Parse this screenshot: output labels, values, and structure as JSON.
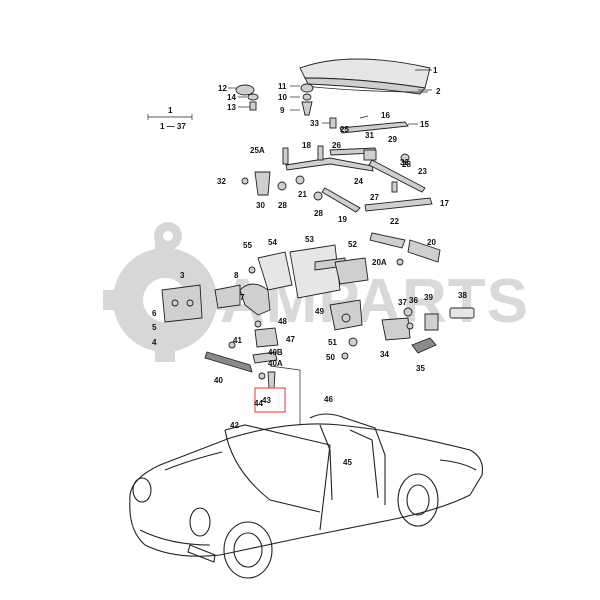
{
  "legend": {
    "label": "1",
    "range": "1 — 37"
  },
  "watermark": {
    "text": "AMPARTS"
  },
  "highlight": {
    "label": "43"
  },
  "labels": [
    "1",
    "2",
    "3",
    "4",
    "5",
    "6",
    "7",
    "8",
    "9",
    "10",
    "11",
    "12",
    "13",
    "14",
    "15",
    "16",
    "17",
    "18",
    "19",
    "20",
    "20A",
    "21",
    "22",
    "23",
    "24",
    "25",
    "25A",
    "26",
    "27",
    "28",
    "28",
    "28",
    "29",
    "30",
    "31",
    "32",
    "32",
    "33",
    "34",
    "35",
    "36",
    "37",
    "38",
    "39",
    "40",
    "40A",
    "40B",
    "41",
    "42",
    "44",
    "45",
    "46",
    "47",
    "48",
    "49",
    "50",
    "51",
    "52",
    "53",
    "54",
    "55"
  ],
  "colors": {
    "highlight": "#e53935",
    "watermark": "#d7d7d7"
  }
}
